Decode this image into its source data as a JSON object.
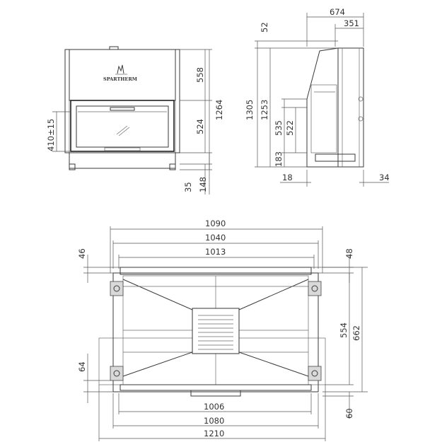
{
  "front_view": {
    "brand_logo": "SPARTHERM",
    "dims": {
      "upper_height": "558",
      "total_height": "1264",
      "glass_height": "524",
      "window_offset": "410±15",
      "foot_height": "35",
      "base_height": "148"
    }
  },
  "side_view": {
    "dims": {
      "depth_total": "674",
      "depth_rear": "351",
      "top_offset": "52",
      "height_total": "1305",
      "height_frame": "1253",
      "height_535": "535",
      "height_522": "522",
      "height_183": "183",
      "front_offset": "18",
      "rear_offset": "34"
    }
  },
  "plan_view": {
    "dims": {
      "outer_width": "1090",
      "inner_width": "1040",
      "opening_width": "1013",
      "left_top": "46",
      "right_top": "48",
      "depth_554": "554",
      "depth_662": "662",
      "left_bottom": "64",
      "bottom_1006": "1006",
      "bottom_1080": "1080",
      "bottom_1210": "1210",
      "right_bottom": "60"
    }
  }
}
